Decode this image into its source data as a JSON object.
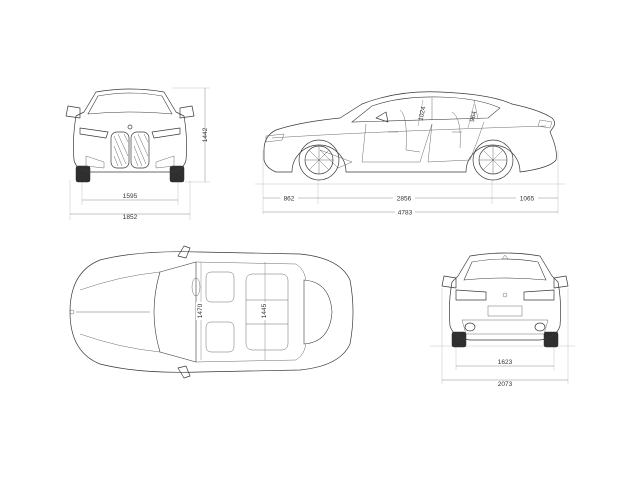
{
  "front_view": {
    "track_width": "1595",
    "overall_width": "1852",
    "overall_height": "1442"
  },
  "side_view": {
    "front_overhang": "862",
    "wheelbase": "2856",
    "rear_overhang": "1065",
    "overall_length": "4783",
    "front_headroom": "1024",
    "rear_headroom": "964"
  },
  "top_view": {
    "front_shoulder_room": "1470",
    "rear_shoulder_room": "1445"
  },
  "rear_view": {
    "track_width": "1623",
    "overall_width_mirrors": "2073"
  }
}
